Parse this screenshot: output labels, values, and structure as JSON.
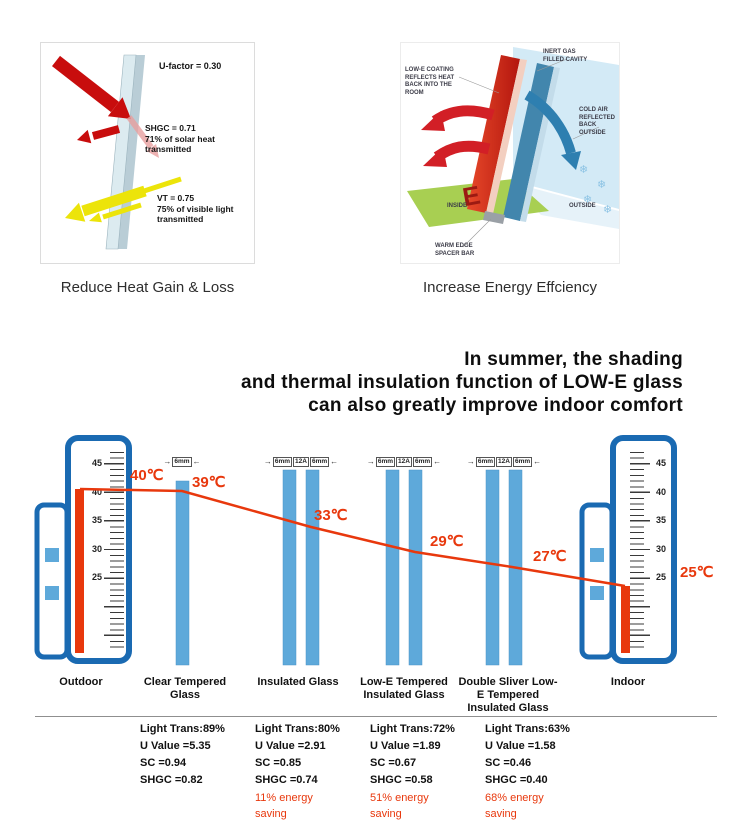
{
  "colors": {
    "accent_red": "#e8380d",
    "thermometer_blue": "#1a6ab2",
    "glass_blue": "#5ea9da",
    "arrow_red": "#c80d0d",
    "arrow_yellow": "#ece40a"
  },
  "icons": {
    "snowflake": "❄",
    "arrow_right": "→",
    "arrow_left": "←"
  },
  "diagram_heat": {
    "u_factor": "U-factor = 0.30",
    "shgc_value": "SHGC = 0.71",
    "shgc_desc": "71% of solar heat transmitted",
    "vt_value": "VT = 0.75",
    "vt_desc": "75% of visible light transmitted",
    "caption": "Reduce Heat Gain & Loss"
  },
  "diagram_energy": {
    "label_low_e": "LOW-E COATING REFLECTS HEAT BACK INTO THE ROOM",
    "label_inert_gas": "INERT GAS FILLED CAVITY",
    "label_cold_air": "COLD AIR REFLECTED BACK OUTSIDE",
    "label_inside": "INSIDE",
    "label_outside": "OUTSIDE",
    "label_warm_edge": "WARM EDGE SPACER BAR",
    "letter_e": "E",
    "caption": "Increase Energy Effciency"
  },
  "headline": {
    "line1": "In summer, the shading",
    "line2": "and thermal insulation function of LOW-E glass",
    "line3": "can also greatly improve indoor comfort"
  },
  "chart": {
    "ticks": [
      "45",
      "40",
      "35",
      "30",
      "25"
    ],
    "unit_pane": "6mm",
    "unit_air": "12A",
    "temp_outdoor": "40℃",
    "temp_clear": "39℃",
    "temp_insulated": "33℃",
    "temp_lowe": "29℃",
    "temp_double": "27℃",
    "temp_indoor": "25℃",
    "cat_outdoor": "Outdoor",
    "cat_clear": "Clear Tempered Glass",
    "cat_insulated": "Insulated Glass",
    "cat_lowe": "Low-E Tempered Insulated Glass",
    "cat_double": "Double Sliver Low-E Tempered Insulated Glass",
    "cat_indoor": "Indoor"
  },
  "chart_data": {
    "type": "line",
    "categories": [
      "Outdoor",
      "Clear Tempered Glass",
      "Insulated Glass",
      "Low-E Tempered Insulated Glass",
      "Double Sliver Low-E Tempered Insulated Glass",
      "Indoor"
    ],
    "values": [
      40,
      39,
      33,
      29,
      27,
      25
    ],
    "unit": "℃",
    "thermometer_scale": [
      45,
      40,
      35,
      30,
      25
    ],
    "glass_configs": [
      "6mm",
      "6mm/12A/6mm",
      "6mm/12A/6mm",
      "6mm/12A/6mm"
    ],
    "line_color": "#e8380d",
    "legend_position": "none",
    "grid": false
  },
  "stats": {
    "columns": [
      {
        "light_trans": "Light Trans:89%",
        "u_value": "U Value =5.35",
        "sc": "SC =0.94",
        "shgc": "SHGC =0.82",
        "saving": ""
      },
      {
        "light_trans": "Light Trans:80%",
        "u_value": "U Value =2.91",
        "sc": "SC =0.85",
        "shgc": "SHGC =0.74",
        "saving": "11% energy saving"
      },
      {
        "light_trans": "Light Trans:72%",
        "u_value": "U Value =1.89",
        "sc": "SC =0.67",
        "shgc": "SHGC =0.58",
        "saving": "51% energy saving"
      },
      {
        "light_trans": "Light Trans:63%",
        "u_value": "U Value =1.58",
        "sc": "SC =0.46",
        "shgc": "SHGC =0.40",
        "saving": "68% energy saving"
      }
    ]
  }
}
